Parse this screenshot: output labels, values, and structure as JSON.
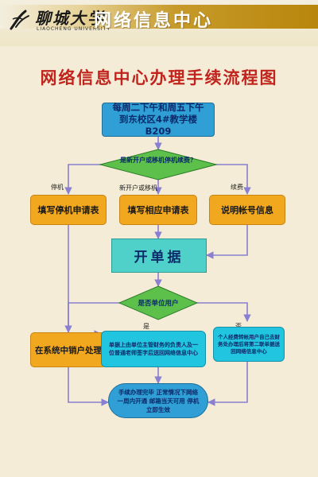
{
  "header": {
    "logo_text": "聊城大学",
    "logo_subtitle": "LIAOCHENG UNIVERSITY",
    "center_name": "网络信息中心"
  },
  "diagram": {
    "title": "网络信息中心办理手续流程图",
    "start": "每周二下午和周五下午到东校区4#教学楼B209",
    "decision1": "是新开户或移机停机续费？",
    "branch_stop_label": "停机",
    "branch_new_label": "新开户或移机",
    "branch_renew_label": "续费",
    "step_stop": "填写停机申请表",
    "step_new": "填写相应申请表",
    "step_renew": "说明帐号信息",
    "issue_ticket": "开单据",
    "decision2": "是否单位用户",
    "yes_label": "是",
    "no_label": "否",
    "cancel_account": "在系统中销户处理",
    "unit_user": "单据上由单位主管财务的负责人及一位普通老师签字后送回网络信息中心",
    "personal_user": "个人经费转帐用户自己去财务处办理后将第二联单据送回网络信息中心",
    "end": "手续办理完毕 正常情况下网络一周内开通 邮箱当天可用 停机立即生效"
  },
  "colors": {
    "blue": "#2f9fd6",
    "orange": "#f2a81e",
    "green_diamond": "#5cc04a",
    "teal": "#4fd0c8",
    "title_red": "#c0241c",
    "connector": "#8a7fd1"
  }
}
